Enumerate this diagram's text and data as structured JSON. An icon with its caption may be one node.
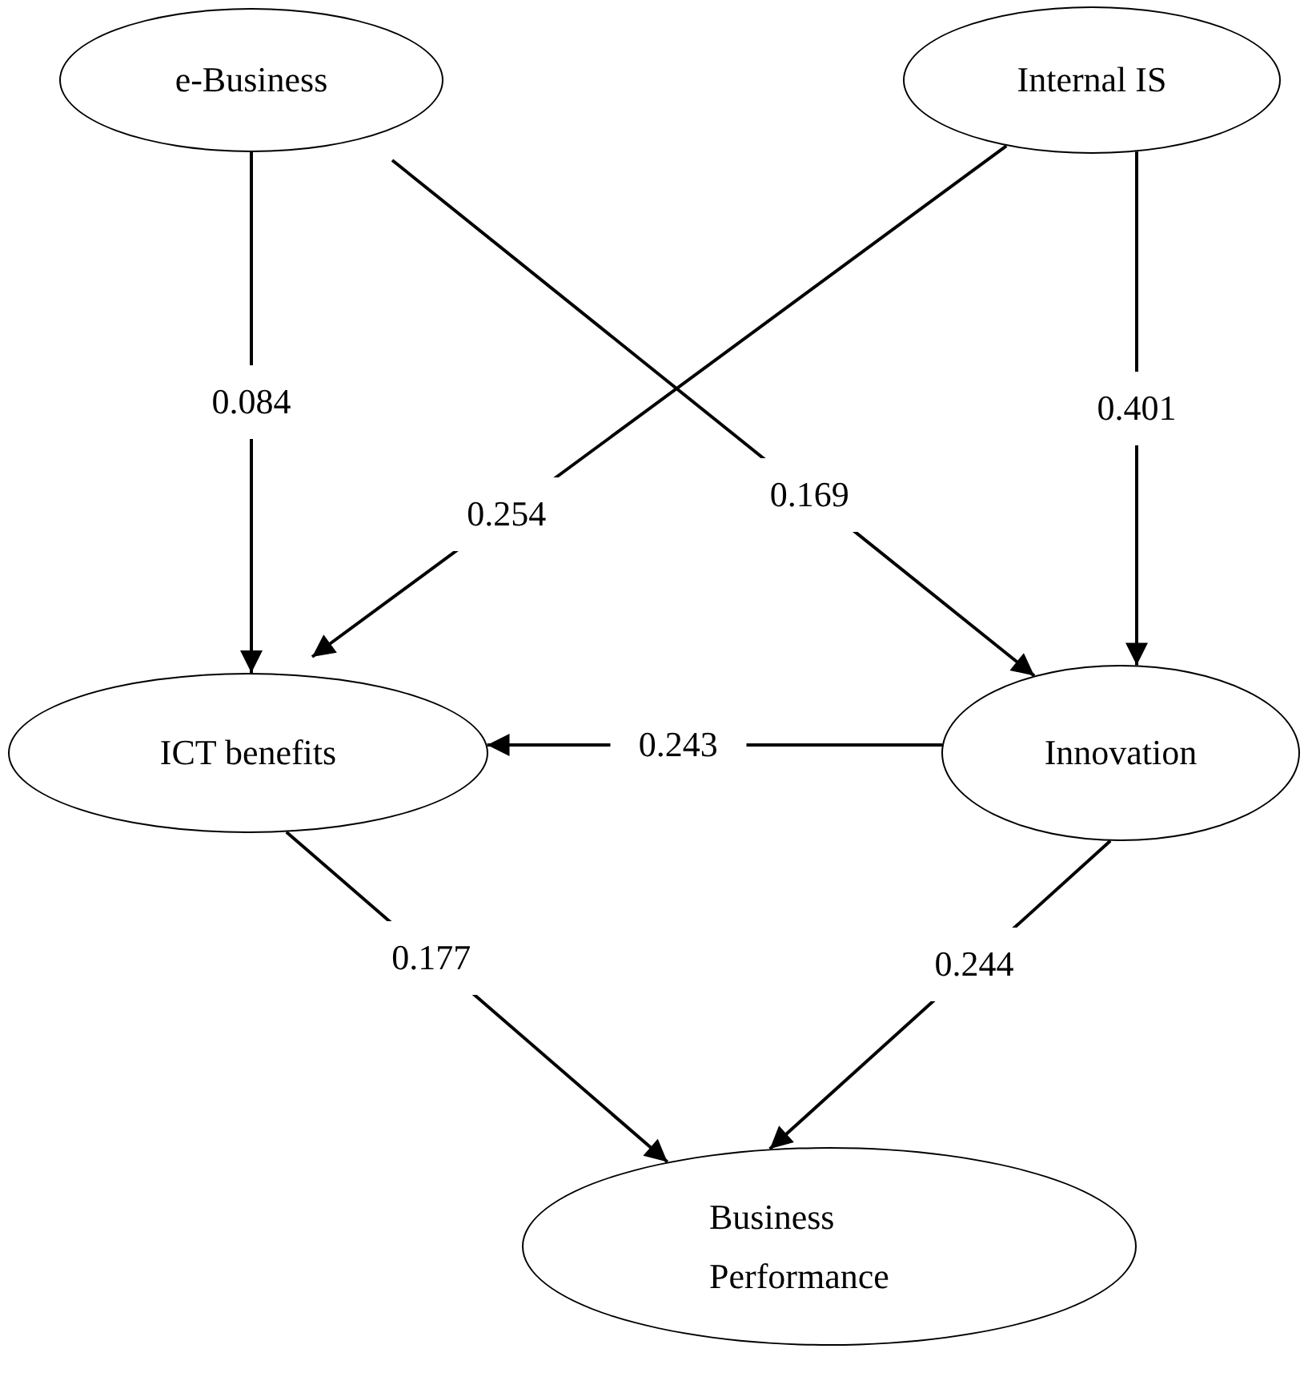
{
  "diagram": {
    "nodes": [
      {
        "text": [
          "e-Business"
        ]
      },
      {
        "text": [
          "Internal IS"
        ]
      },
      {
        "text": [
          "ICT benefits"
        ]
      },
      {
        "text": [
          "Innovation"
        ]
      },
      {
        "text": [
          "Business Performance"
        ]
      }
    ],
    "edges": [
      {
        "from": 0,
        "to": 2,
        "arrow": "to",
        "label": "0.084"
      },
      {
        "from": 1,
        "to": 2,
        "arrow": "to",
        "label": "0.254"
      },
      {
        "from": 0,
        "to": 3,
        "arrow": "to",
        "label": "0.169"
      },
      {
        "from": 1,
        "to": 3,
        "arrow": "to",
        "label": "0.401"
      },
      {
        "from": 3,
        "to": 2,
        "arrow": "to",
        "label": "0.243"
      },
      {
        "from": 2,
        "to": 4,
        "arrow": "to",
        "label": "0.177"
      },
      {
        "from": 3,
        "to": 4,
        "arrow": "to",
        "label": "0.244"
      }
    ]
  }
}
